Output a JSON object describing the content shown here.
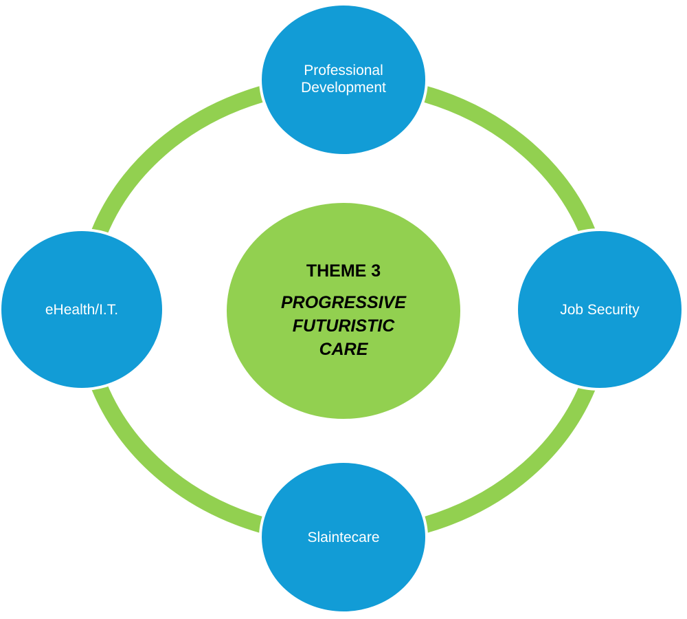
{
  "colors": {
    "node": "#129cd6",
    "ring": "#92d050",
    "center": "#92d050"
  },
  "center": {
    "theme": "THEME 3",
    "subtitle": "PROGRESSIVE FUTURISTIC CARE"
  },
  "nodes": {
    "top": "Professional Development",
    "right": "Job Security",
    "bottom": "Slaintecare",
    "left": "eHealth/I.T."
  }
}
